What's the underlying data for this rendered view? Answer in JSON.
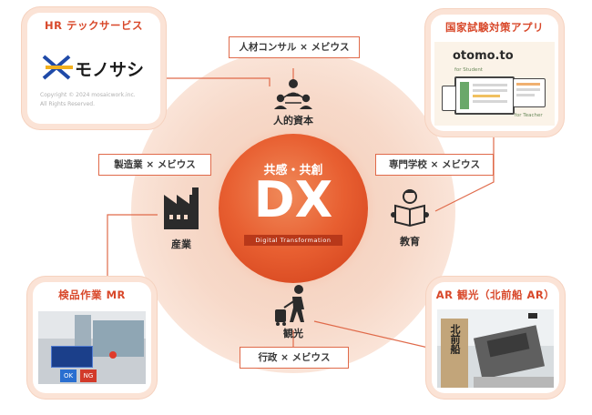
{
  "center": {
    "top_text": "共感・共創",
    "main_text": "DX",
    "sub_text": "Digital Transformation"
  },
  "nodes": {
    "human_capital": "人的資本",
    "education": "教育",
    "tourism": "観光",
    "industry": "産業"
  },
  "tags": {
    "top": "人材コンサル × メビウス",
    "left": "製造業 × メビウス",
    "right": "専門学校 × メビウス",
    "bottom": "行政 × メビウス"
  },
  "cards": {
    "hr": {
      "title": "HR テックサービス",
      "logo_text": "モノサシ",
      "copyright_line1": "Copyright © 2024 mosaicwork.inc.",
      "copyright_line2": "All Rights Reserved."
    },
    "exam": {
      "title": "国家試験対策アプリ",
      "logo_text": "otomo.to",
      "student_label": "for Student",
      "teacher_label": "for Teacher"
    },
    "inspection": {
      "title": "検品作業 MR",
      "ok_label": "OK",
      "ng_label": "NG"
    },
    "ar": {
      "title": "AR 観光（北前船 AR）",
      "sign_text": "北前船"
    }
  },
  "colors": {
    "accent": "#d8482a",
    "center_dark": "#e5552a",
    "ring": "#f6d8c8",
    "card_glow": "#fbe3d6"
  },
  "icons": {
    "human_capital": "people-network-icon",
    "education": "reading-person-icon",
    "tourism": "traveler-with-luggage-icon",
    "industry": "factory-icon"
  }
}
